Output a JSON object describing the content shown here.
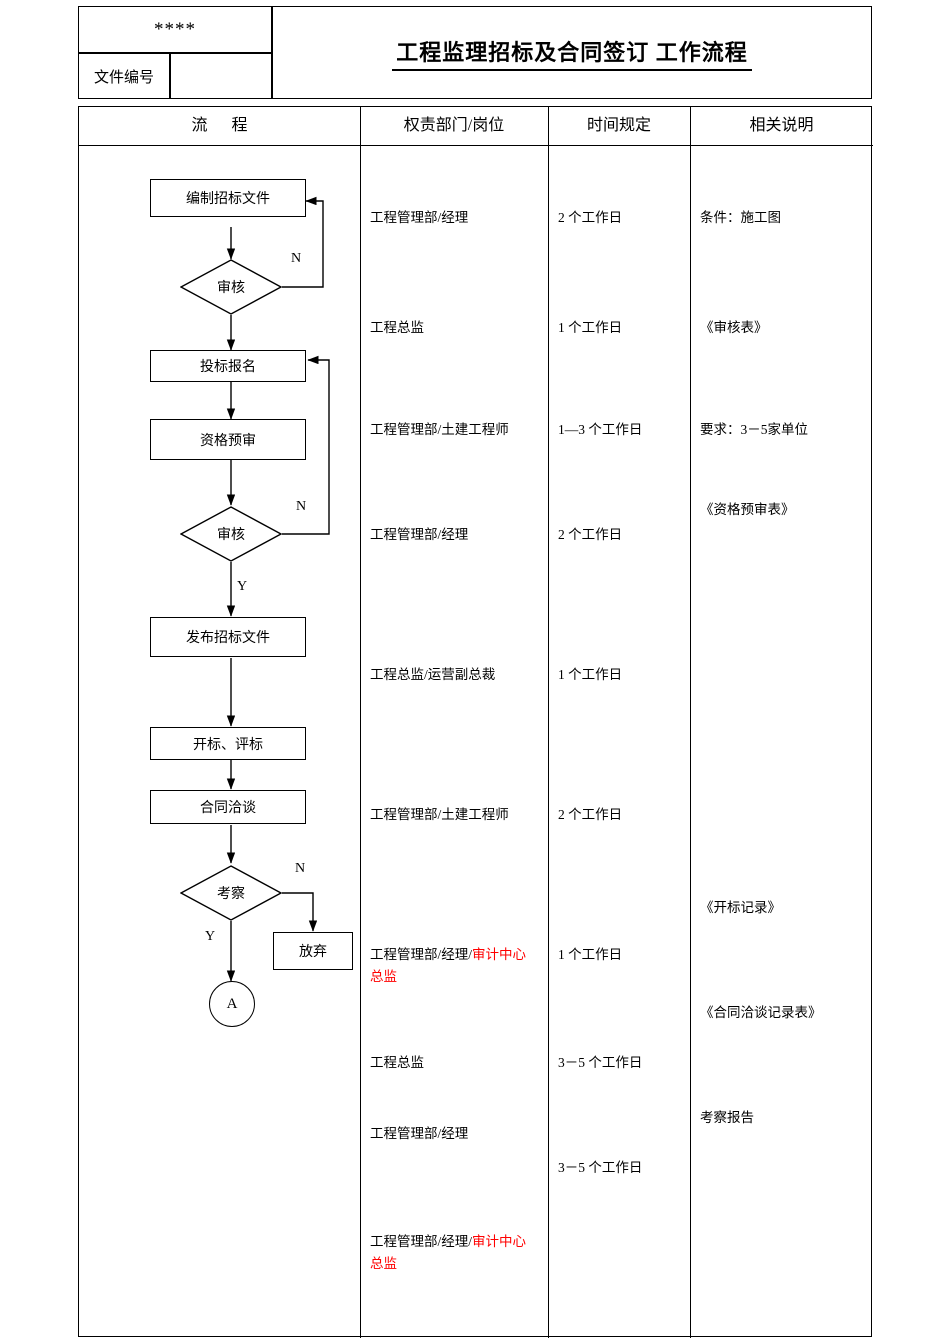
{
  "header": {
    "stars": "****",
    "doc_no_label": "文件编号",
    "title": "工程监理招标及合同签订  工作流程"
  },
  "table": {
    "columns": [
      {
        "name": "flow",
        "label": "流        程"
      },
      {
        "name": "department",
        "label": "权责部门/岗位"
      },
      {
        "name": "time",
        "label": "时间规定"
      },
      {
        "name": "notes",
        "label": "相关说明"
      }
    ]
  },
  "flow": {
    "nodes": [
      {
        "id": "n1",
        "type": "rect",
        "label": "编制招标文件"
      },
      {
        "id": "n2",
        "type": "diamond",
        "label": "审核"
      },
      {
        "id": "n3",
        "type": "rect",
        "label": "投标报名"
      },
      {
        "id": "n4",
        "type": "rect",
        "label": "资格预审"
      },
      {
        "id": "n5",
        "type": "diamond",
        "label": "审核"
      },
      {
        "id": "n6",
        "type": "rect",
        "label": "发布招标文件"
      },
      {
        "id": "n7",
        "type": "rect",
        "label": "开标、评标"
      },
      {
        "id": "n8",
        "type": "rect",
        "label": "合同洽谈"
      },
      {
        "id": "n9",
        "type": "diamond",
        "label": "考察"
      },
      {
        "id": "n10",
        "type": "rect",
        "label": "放弃"
      },
      {
        "id": "n11",
        "type": "circle",
        "label": "A"
      }
    ],
    "branch_labels": [
      {
        "id": "b1",
        "text": "N"
      },
      {
        "id": "b2",
        "text": "N"
      },
      {
        "id": "b3",
        "text": "Y"
      },
      {
        "id": "b4",
        "text": "N"
      },
      {
        "id": "b5",
        "text": "Y"
      }
    ]
  },
  "rows": [
    {
      "department": "工程管理部/经理",
      "department_red": "",
      "time": "2 个工作日",
      "note": "条件：施工图"
    },
    {
      "department": "工程总监",
      "department_red": "",
      "time": "1 个工作日",
      "note": "《审核表》"
    },
    {
      "department": "工程管理部/土建工程师",
      "department_red": "",
      "time": "1—3 个工作日",
      "note": "要求：3－5家单位"
    },
    {
      "department": "工程管理部/经理",
      "department_red": "",
      "time": "2 个工作日",
      "note": "《资格预审表》"
    },
    {
      "department": "工程总监/运营副总裁",
      "department_red": "",
      "time": "1 个工作日",
      "note": ""
    },
    {
      "department": "工程管理部/土建工程师",
      "department_red": "",
      "time": "2 个工作日",
      "note": ""
    },
    {
      "department": "工程管理部/经理/",
      "department_red": "审计中心总监",
      "time": "1 个工作日",
      "note": "《开标记录》"
    },
    {
      "department": "工程总监",
      "department_red": "",
      "time": "3－5 个工作日",
      "note": "《合同洽谈记录表》"
    },
    {
      "department": "工程管理部/经理",
      "department_red": "",
      "time": "3－5 个工作日",
      "note": "考察报告"
    },
    {
      "department": "工程管理部/经理/",
      "department_red": "审计中心总监",
      "time": "",
      "note": ""
    }
  ]
}
